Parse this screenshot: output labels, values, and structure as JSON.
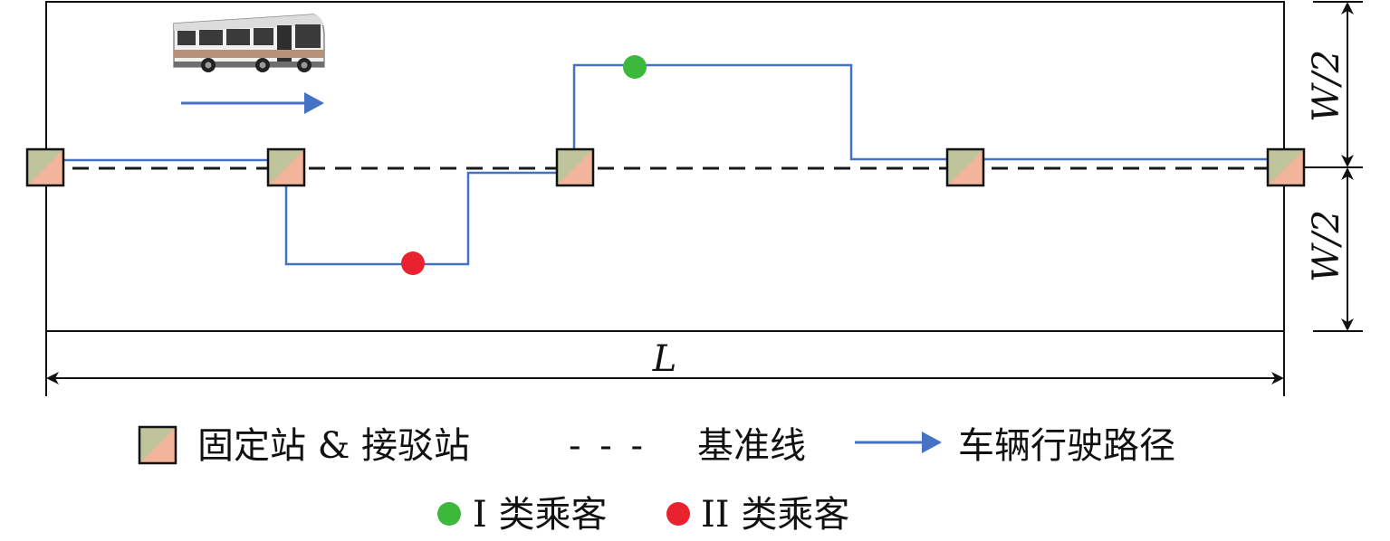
{
  "labels": {
    "width_top": "W/2",
    "width_bottom": "W/2",
    "length": "L"
  },
  "legend": {
    "station": "固定站 & 接驳站",
    "baseline_symbol": "- - -",
    "baseline": "基准线",
    "route": "车辆行驶路径",
    "class1": "I 类乘客",
    "class2": "II 类乘客"
  },
  "colors": {
    "route": "#4472c4",
    "class1_passenger": "#3cb93c",
    "class2_passenger": "#e8222e",
    "station_fill_a": "#bfc49a",
    "station_fill_b": "#f2b49a",
    "baseline": "#1a1a1a"
  },
  "icons": {
    "vehicle": "bus-icon",
    "direction": "arrow-right-icon"
  }
}
